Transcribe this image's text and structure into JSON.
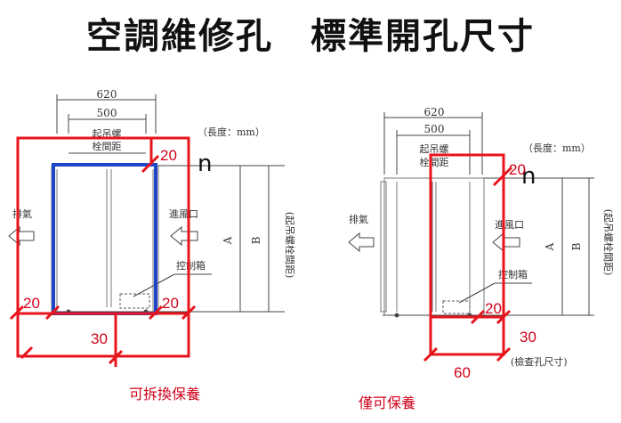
{
  "title": "空調維修孔　標準開孔尺寸",
  "unit_note": "（長度：mm）",
  "left_diagram": {
    "dim_outer": "620",
    "dim_inner": "500",
    "bolt_label_1": "起吊螺",
    "bolt_label_2": "栓間距",
    "exhaust": "排氣",
    "intake": "進風口",
    "control_box": "控制箱",
    "label_a": "A",
    "label_b": "B",
    "side_label": "(起吊螺栓間距)",
    "n_mark": "n",
    "red_20_top": "20",
    "red_20_left": "20",
    "red_20_right": "20",
    "red_30": "30",
    "caption": "可拆換保養"
  },
  "right_diagram": {
    "dim_outer": "620",
    "dim_inner": "500",
    "bolt_label_1": "起吊螺",
    "bolt_label_2": "栓間距",
    "exhaust": "排氣",
    "intake": "進風口",
    "control_box": "控制箱",
    "label_a": "A",
    "label_b": "B",
    "side_label": "(起吊螺栓間距)",
    "inspect_label": "(檢查孔尺寸)",
    "n_mark": "n",
    "red_20_top": "20",
    "red_20_bottom": "20",
    "red_30": "30",
    "red_60": "60",
    "caption": "僅可保養"
  }
}
